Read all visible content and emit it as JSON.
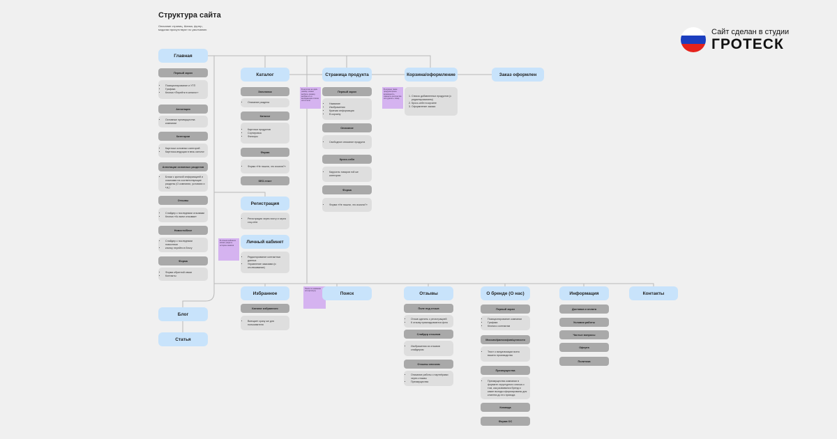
{
  "header": {
    "title": "Структура сайта",
    "subtitle": "Описание страниц. Шапка, футер, модалки присутствуют по умолчанию"
  },
  "studio": {
    "caption": "Сайт сделан в студии",
    "brand": "ГРОТЕСК",
    "flag_colors": [
      "#ffffff",
      "#1c3fbf",
      "#e5231c"
    ]
  },
  "colors": {
    "page_node": "#c8e3fb",
    "section": "#a9a9a9",
    "card": "#dedede",
    "sticky": "#d5b3f0",
    "connector": "#b8b8b8"
  },
  "nodes": {
    "home": "Главная",
    "catalog": "Каталог",
    "product": "Страница продукта",
    "cart": "Корзина/оформление",
    "order": "Заказ оформлен",
    "registration": "Регистрация",
    "cabinet": "Личный кабинет",
    "favorites": "Избранное",
    "search": "Поиск",
    "reviews": "Отзывы",
    "about": "О бренде (О нас)",
    "info": "Информация",
    "contacts": "Контакты",
    "blog": "Блог",
    "article": "Статья"
  },
  "home": {
    "sections": [
      {
        "label": "Первый экран",
        "items": [
          "Позиционирование и УТП",
          "Графика",
          "Кнопка «Перейти в каталог»"
        ]
      },
      {
        "label": "Аннотация",
        "items": [
          "Основные преимущества компании"
        ]
      },
      {
        "label": "Категории",
        "items": [
          "Карточки основных категорий",
          "Карточка-ведущая в весь каталог"
        ]
      },
      {
        "label": "Аннотации основных разделов",
        "items": [
          "Блоки с краткой информацией и ссылками на соответствующие разделы (О компании, условиях и т.д.)"
        ]
      },
      {
        "label": "Отзывы",
        "items": [
          "Слайдер с последними отзывами",
          "Кнопка «Ко всем отзывам»"
        ]
      },
      {
        "label": "Новости/блог",
        "items": [
          "Слайдер с последними новостями",
          "кнопку перейти в блогу"
        ]
      },
      {
        "label": "Форма",
        "items": [
          "Форма обратной связи",
          "Контакты"
        ]
      }
    ]
  },
  "catalog": {
    "sections": [
      {
        "label": "Заголовок",
        "items": [
          "Описание раздела"
        ]
      },
      {
        "label": "Каталог",
        "items": [
          "Карточки продуктов",
          "Сортировка",
          "Фильтры"
        ]
      },
      {
        "label": "Форма",
        "items": [
          "Форма «Не нашли, что искали?»"
        ]
      }
    ],
    "seo": "SEO-текст"
  },
  "product": {
    "sections": [
      {
        "label": "Первый экран",
        "items": [
          "Название",
          "Изображения",
          "Краткая информация",
          "В корзину"
        ]
      },
      {
        "label": "Описание",
        "items": [
          "Свободное описание продукта"
        ]
      },
      {
        "label": "Кросс-сейл",
        "items": [
          "Карусель товаров той же категории"
        ]
      },
      {
        "label": "Форма",
        "items": [
          "Форма «Не нашли, что искали?»"
        ]
      }
    ]
  },
  "cart": {
    "items": [
      "Список добавленных продуктов (с редактированием)",
      "Кросс-сейл в корзине",
      "Оформление заказа"
    ]
  },
  "registration": {
    "items": [
      "Регистрация через почту и через соц.сети"
    ]
  },
  "cabinet": {
    "items": [
      "Редактирование контактных данных",
      "Управление заказами (и отслеживание)"
    ]
  },
  "favorites": {
    "section": "Каталог избранного",
    "items": [
      "Вмещает сразу же для пользователя"
    ]
  },
  "reviews": {
    "sections": [
      {
        "label": "Поле под отзыв",
        "items": [
          "Отзыв сделать с регистрацией",
          "К отзыву прикладываются фото"
        ]
      },
      {
        "label": "Слайдер отзывов",
        "items": [
          "Изображения из отзывов слайдером"
        ]
      },
      {
        "label": "Отзывы списком",
        "items": [
          "Описание работы с партнёрами через отзывы",
          "Преимущества"
        ]
      }
    ]
  },
  "about": {
    "sections": [
      {
        "label": "Первый экран",
        "items": [
          "Позиционирование компании",
          "Графика",
          "Кнопка к контактам"
        ]
      },
      {
        "label": "Миссия/философия/ценности",
        "items": [
          "Текст о визуализации всего вашего производства"
        ]
      },
      {
        "label": "Преимущества",
        "items": [
          "Преимущества компании в формате структурного списка о том, как развивался бренд и какие выгоды сформированы для клиента до его прихода"
        ]
      }
    ],
    "extra": [
      "Команда",
      "Форма ОС"
    ]
  },
  "info": {
    "items": [
      "Доставка и оплата",
      "Условия работы",
      "Частые вопросы",
      "Оферта",
      "Политика"
    ]
  },
  "stickies": {
    "product": "В карточке не один размер, можно выбрать размер, выбрав его в выпадающем списке или в поле",
    "cart": "В корзине также предусмотрена возможность изменить количество или удалить товар",
    "cabinet": "В личном кабинете можно увидеть историю заказов",
    "search": "Поиск по названию или артикулу"
  }
}
